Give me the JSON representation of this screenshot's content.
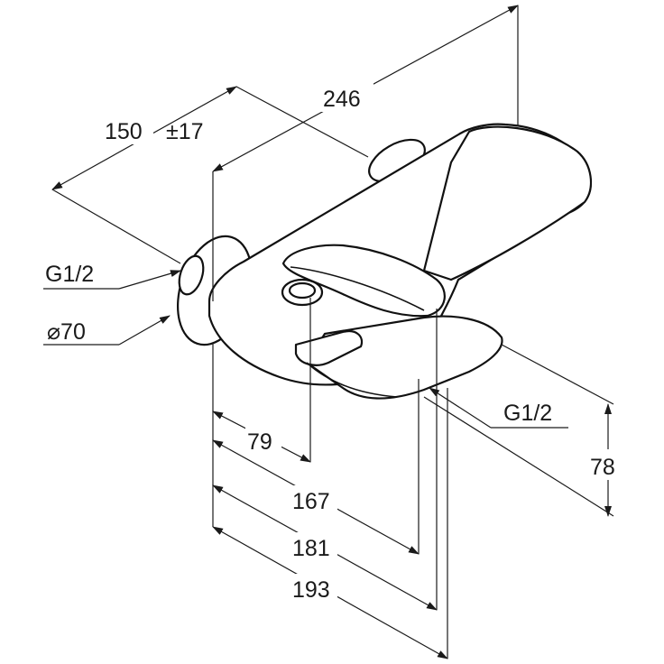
{
  "drawing": {
    "labels": {
      "d150": "150",
      "tol17": "±17",
      "d246": "246",
      "g12_left": "G1/2",
      "dia70": "⌀70",
      "g12_right": "G1/2",
      "d78": "78",
      "d79": "79",
      "d167": "167",
      "d181": "181",
      "d193": "193"
    }
  }
}
